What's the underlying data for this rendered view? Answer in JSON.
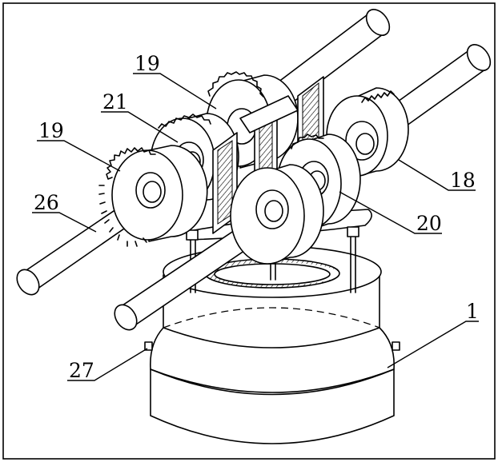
{
  "callouts": [
    {
      "id": "callout-19-top",
      "text": "19"
    },
    {
      "id": "callout-21",
      "text": "21"
    },
    {
      "id": "callout-19-left",
      "text": "19"
    },
    {
      "id": "callout-26",
      "text": "26"
    },
    {
      "id": "callout-18",
      "text": "18"
    },
    {
      "id": "callout-20",
      "text": "20"
    },
    {
      "id": "callout-1",
      "text": "1"
    },
    {
      "id": "callout-27",
      "text": "27"
    }
  ],
  "colors": {
    "line": "#000000",
    "background": "#ffffff"
  }
}
